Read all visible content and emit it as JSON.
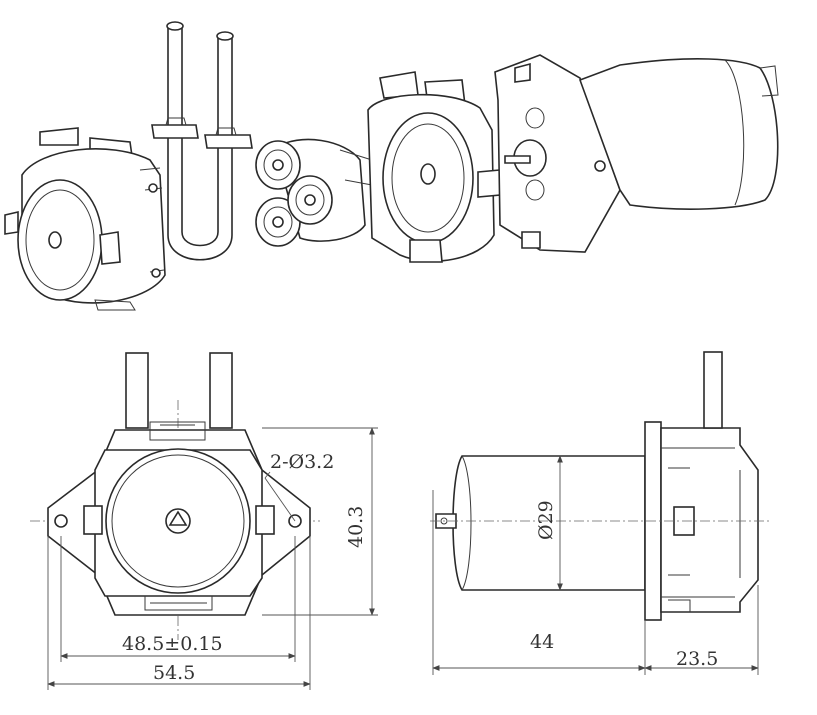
{
  "dimensions": {
    "holes": "2-Ø3.2",
    "height": "40.3",
    "hole_spacing": "48.5±0.15",
    "overall_width": "54.5",
    "motor_diameter": "Ø29",
    "motor_length": "44",
    "pump_head_depth": "23.5"
  },
  "colors": {
    "line": "#2a2a2a",
    "dimension": "#555555",
    "background": "#ffffff"
  }
}
